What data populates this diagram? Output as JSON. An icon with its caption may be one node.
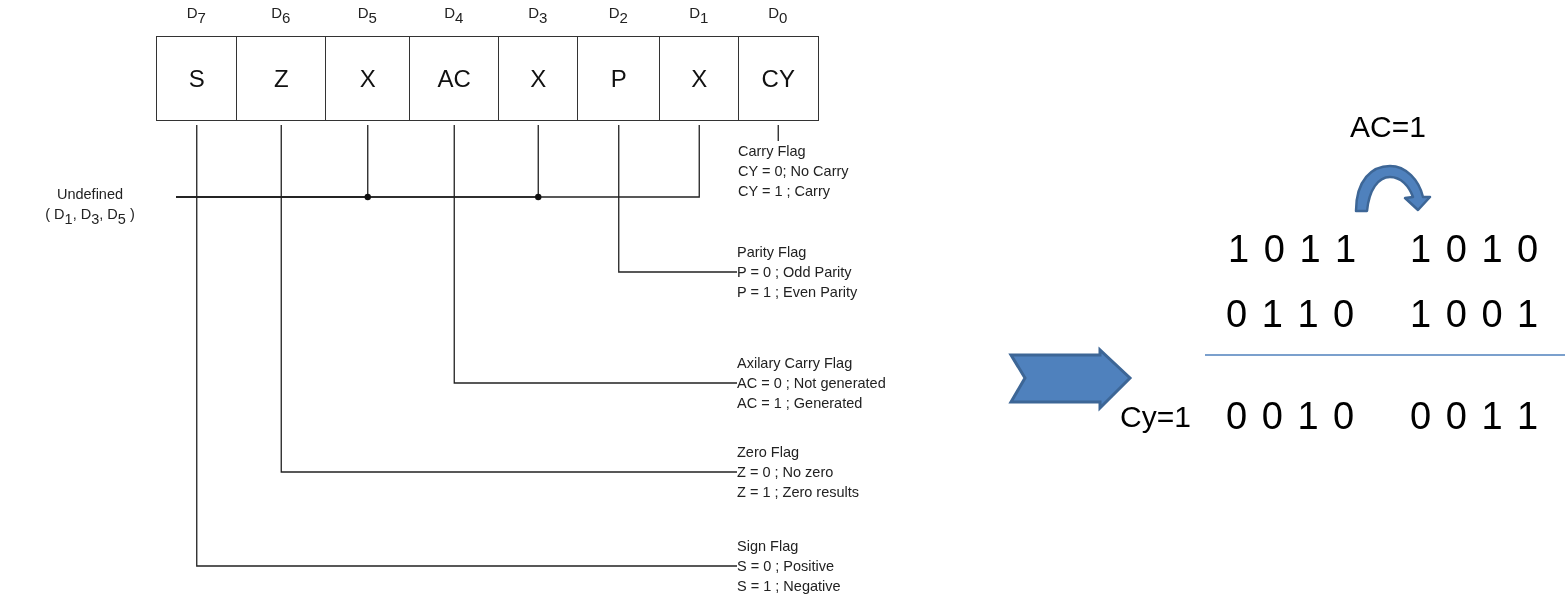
{
  "diagram": {
    "nodes": [
      {
        "text": [
          "S"
        ],
        "beside": [
          "D$_{7}$"
        ]
      },
      {
        "text": [
          "Z"
        ],
        "beside": [
          "D$_{6}$"
        ]
      },
      {
        "text": [
          "X"
        ],
        "beside": [
          "D$_{5}$"
        ]
      },
      {
        "text": [
          "AC"
        ],
        "beside": [
          "D$_{4}$"
        ]
      },
      {
        "text": [
          "X"
        ],
        "beside": [
          "D$_{3}$"
        ]
      },
      {
        "text": [
          "P"
        ],
        "beside": [
          "D$_{2}$"
        ]
      },
      {
        "text": [
          "X"
        ],
        "beside": [
          "D$_{1}$"
        ]
      },
      {
        "text": [
          "CY"
        ],
        "beside": [
          "D$_{0}$"
        ]
      },
      {
        "text": [
          "Undefined",
          "( D$_{1}$, D$_{3}$, D$_{5}$ )"
        ]
      },
      {
        "text": [
          "Carry Flag",
          "CY = 0;  No Carry",
          "CY = 1 ; Carry"
        ]
      },
      {
        "text": [
          "Parity Flag",
          "P = 0 ; Odd Parity",
          "P = 1 ; Even Parity"
        ]
      },
      {
        "text": [
          "Axilary Carry Flag",
          "AC = 0 ; Not generated",
          "AC = 1 ; Generated"
        ]
      },
      {
        "text": [
          "Zero Flag",
          "Z = 0 ; No zero",
          "Z = 1 ; Zero results"
        ]
      },
      {
        "text": [
          "Sign Flag",
          "S = 0 ; Positive",
          "S = 1 ; Negative"
        ]
      }
    ],
    "edges": [
      {
        "from": 7,
        "to": 9,
        "arrow": "none"
      },
      {
        "from": 8,
        "to": 6,
        "arrow": "none"
      },
      {
        "from": 8,
        "to": 4,
        "arrow": "none"
      },
      {
        "from": 8,
        "to": 2,
        "arrow": "none"
      },
      {
        "from": 5,
        "to": 10,
        "arrow": "none"
      },
      {
        "from": 3,
        "to": 11,
        "arrow": "none"
      },
      {
        "from": 1,
        "to": 12,
        "arrow": "none"
      },
      {
        "from": 0,
        "to": 13,
        "arrow": "none"
      }
    ],
    "labels": [
      "AC=1",
      "1 0 1 1",
      "1 0 1 0",
      "0 1 1 0",
      "1 0 0 1",
      "Cy=1",
      "0 0 1 0",
      "0 0 1 1"
    ]
  }
}
